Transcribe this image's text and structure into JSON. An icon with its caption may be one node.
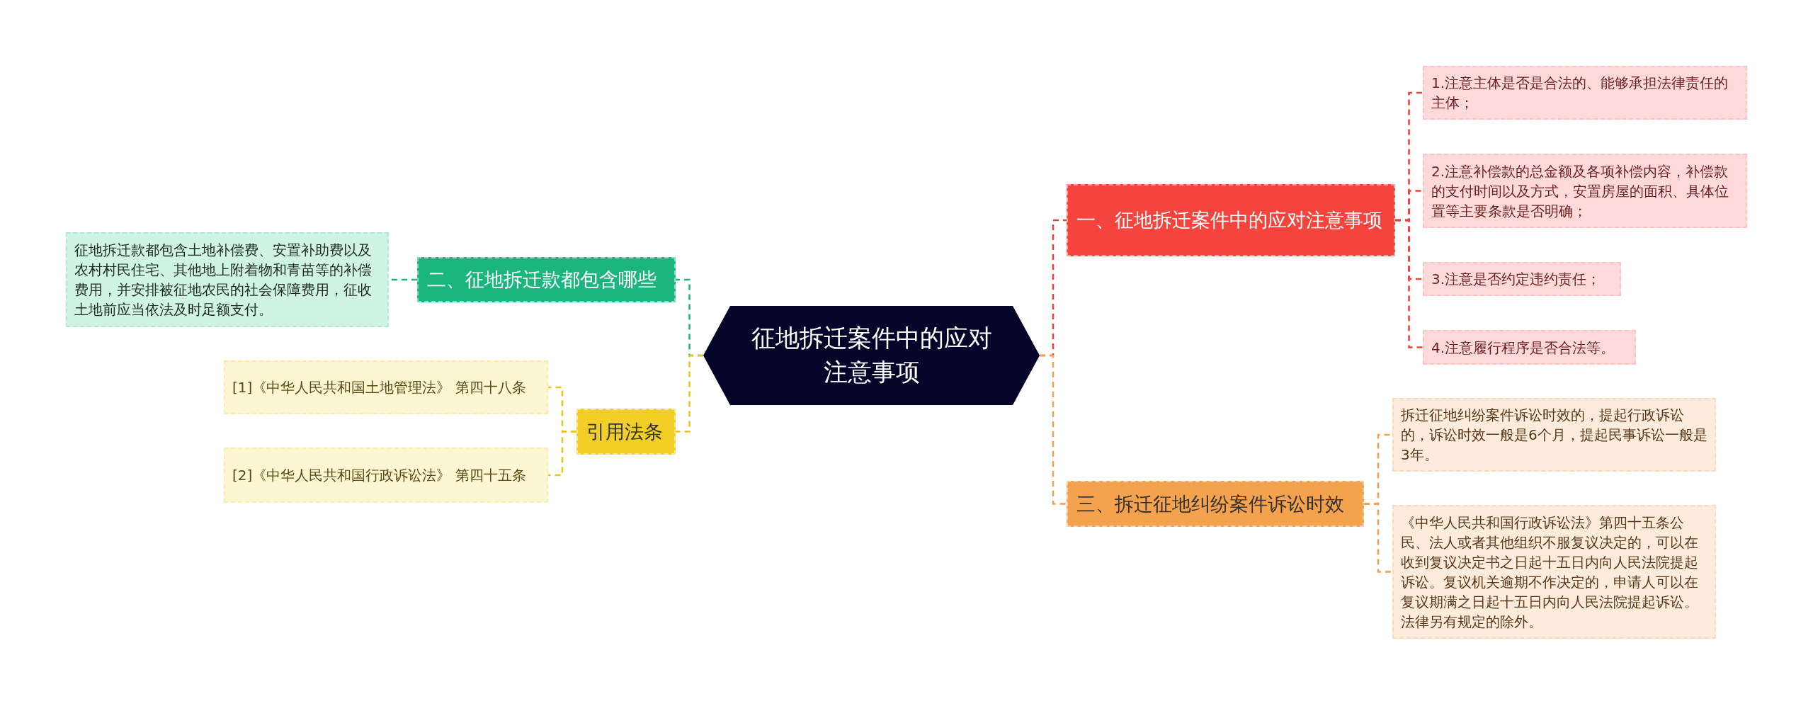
{
  "diagram": {
    "nodes": [
      {
        "text": [
          "征地拆迁案件中的应对注意事项"
        ]
      },
      {
        "text": [
          "一、征地拆迁案件中的应对注意事项"
        ]
      },
      {
        "text": [
          "1.注意主体是否是合法的、能够承担法律责任的主体；"
        ]
      },
      {
        "text": [
          "2.注意补偿款的总金额及各项补偿内容，补偿款的支付时间以及方式，安置房屋的面积、具体位置等主要条款是否明确；"
        ]
      },
      {
        "text": [
          "3.注意是否约定违约责任；"
        ]
      },
      {
        "text": [
          "4.注意履行程序是否合法等。"
        ]
      },
      {
        "text": [
          "三、拆迁征地纠纷案件诉讼时效"
        ]
      },
      {
        "text": [
          "拆迁征地纠纷案件诉讼时效的，提起行政诉讼的，诉讼时效一般是6个月，提起民事诉讼一般是3年。"
        ]
      },
      {
        "text": [
          "《中华人民共和国行政诉讼法》第四十五条公民、法人或者其他组织不服复议决定的，可以在收到复议决定书之日起十五日内向人民法院提起诉讼。复议机关逾期不作决定的，申请人可以在复议期满之日起十五日内向人民法院提起诉讼。法律另有规定的除外。"
        ]
      },
      {
        "text": [
          "二、征地拆迁款都包含哪些"
        ]
      },
      {
        "text": [
          "征地拆迁款都包含土地补偿费、安置补助费以及农村村民住宅、其他地上附着物和青苗等的补偿费用，并安排被征地农民的社会保障费用，征收土地前应当依法及时足额支付。"
        ]
      },
      {
        "text": [
          "引用法条"
        ]
      },
      {
        "text": [
          "[1]《中华人民共和国土地管理法》 第四十八条"
        ]
      },
      {
        "text": [
          "[2]《中华人民共和国行政诉讼法》 第四十五条"
        ]
      }
    ],
    "edges": [
      {
        "from": 0,
        "to": 1,
        "arrow": "none",
        "style": "dashed",
        "color": "#e8423c"
      },
      {
        "from": 1,
        "to": 2,
        "arrow": "none",
        "style": "dashed",
        "color": "#e8423c"
      },
      {
        "from": 1,
        "to": 3,
        "arrow": "none",
        "style": "dashed",
        "color": "#e8423c"
      },
      {
        "from": 1,
        "to": 4,
        "arrow": "none",
        "style": "dashed",
        "color": "#e8423c"
      },
      {
        "from": 1,
        "to": 5,
        "arrow": "none",
        "style": "dashed",
        "color": "#e8423c"
      },
      {
        "from": 0,
        "to": 6,
        "arrow": "none",
        "style": "dashed",
        "color": "#f0a050"
      },
      {
        "from": 6,
        "to": 7,
        "arrow": "none",
        "style": "dashed",
        "color": "#f0a050"
      },
      {
        "from": 6,
        "to": 8,
        "arrow": "none",
        "style": "dashed",
        "color": "#f0a050"
      },
      {
        "from": 0,
        "to": 9,
        "arrow": "none",
        "style": "dashed",
        "color": "#1bb57e"
      },
      {
        "from": 9,
        "to": 10,
        "arrow": "none",
        "style": "dashed",
        "color": "#1bb57e"
      },
      {
        "from": 0,
        "to": 11,
        "arrow": "none",
        "style": "dashed",
        "color": "#e8c619"
      },
      {
        "from": 11,
        "to": 12,
        "arrow": "none",
        "style": "dashed",
        "color": "#e8c619"
      },
      {
        "from": 11,
        "to": 13,
        "arrow": "none",
        "style": "dashed",
        "color": "#e8c619"
      }
    ]
  }
}
